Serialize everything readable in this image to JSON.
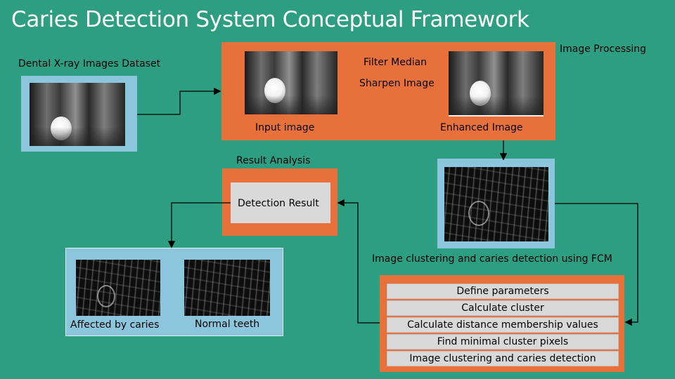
{
  "title": "Caries Detection System Conceptual Framework",
  "labels": {
    "dataset": "Dental X-ray Images Dataset",
    "image_processing": "Image Processing",
    "filter_median": "Filter Median",
    "sharpen_image": "Sharpen Image",
    "input_image": "Input image",
    "enhanced_image": "Enhanced Image",
    "result_analysis": "Result Analysis",
    "detection_result": "Detection Result",
    "fcm": "Image clustering and caries detection using FCM",
    "affected": "Affected by caries",
    "normal": "Normal teeth"
  },
  "fcm_steps": [
    "Define parameters",
    "Calculate cluster",
    "Calculate distance membership values",
    "Find minimal cluster pixels",
    "Image clustering and caries detection"
  ],
  "colors": {
    "background": "#2e9e82",
    "orange": "#e8703a",
    "light_blue": "#8cc6dc",
    "step_gray": "#d9d9d9"
  }
}
